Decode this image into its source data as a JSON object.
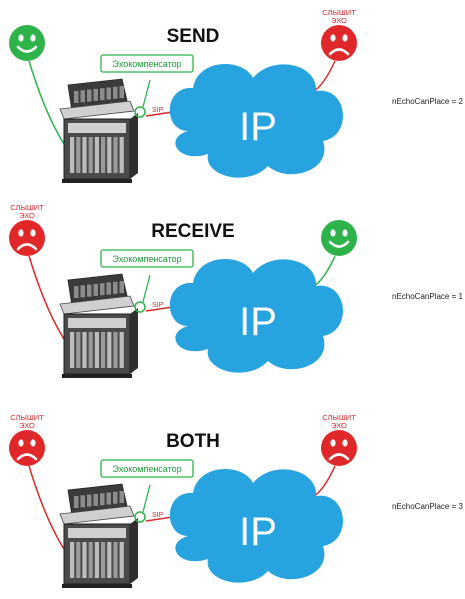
{
  "panels": [
    {
      "title": "SEND",
      "param": "nEchoCanPlace = 2",
      "left_face": "happy",
      "right_face": "sad",
      "left_label": [
        "",
        ""
      ],
      "right_label": [
        "СЛЫШИТ",
        "ЭХО"
      ],
      "canceller": "Эхокомпенсатор",
      "sip": "SIP",
      "cloud": "IP"
    },
    {
      "title": "RECEIVE",
      "param": "nEchoCanPlace = 1",
      "left_face": "sad",
      "right_face": "happy",
      "left_label": [
        "СЛЫШИТ",
        "ЭХО"
      ],
      "right_label": [
        "",
        ""
      ],
      "canceller": "Эхокомпенсатор",
      "sip": "SIP",
      "cloud": "IP"
    },
    {
      "title": "BOTH",
      "param": "nEchoCanPlace = 3",
      "left_face": "sad",
      "right_face": "sad",
      "left_label": [
        "СЛЫШИТ",
        "ЭХО"
      ],
      "right_label": [
        "СЛЫШИТ",
        "ЭХО"
      ],
      "canceller": "Эхокомпенсатор",
      "sip": "SIP",
      "cloud": "IP"
    }
  ],
  "colors": {
    "happy": "#2db34a",
    "sad": "#e0282a",
    "cloud": "#27a3e0",
    "green_line": "#2db34a",
    "red_line": "#d82b2b"
  },
  "icons": [
    "happy-face-icon",
    "sad-face-icon",
    "server-rack-icon",
    "ip-cloud-icon"
  ]
}
